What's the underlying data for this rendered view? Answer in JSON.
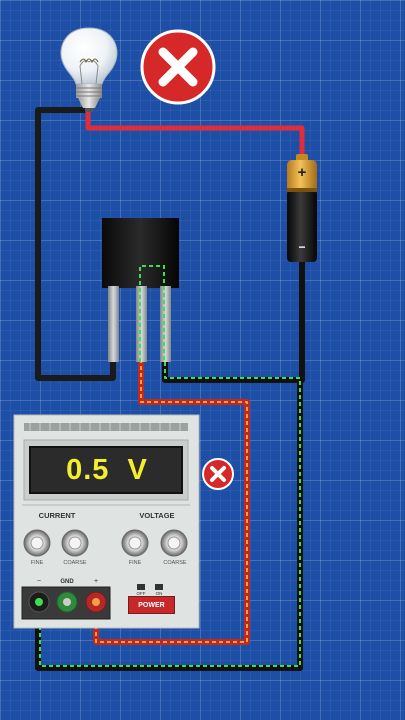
{
  "power_supply": {
    "display_value": "0.5  V",
    "current_label": "CURRENT",
    "voltage_label": "VOLTAGE",
    "current_fine_label": "FINE",
    "current_coarse_label": "COARSE",
    "voltage_fine_label": "FINE",
    "voltage_coarse_label": "COARSE",
    "gnd_label": "GND",
    "negative_terminal_label": "−",
    "positive_terminal_label": "+",
    "off_label": "OFF",
    "on_label": "ON",
    "power_button_label": "POWER"
  },
  "battery": {
    "positive_label": "+",
    "negative_label": "−"
  },
  "colors": {
    "background": "#1d4fa6",
    "wire_red": "#e02d3b",
    "wire_black": "#1a1a1a",
    "current_flow_green": "#3ee04a",
    "status_fail": "#d62828",
    "display_text": "#f3ef2c"
  },
  "icons": {
    "lamp": "light-bulb-icon",
    "lamp_status": "x-mark-icon",
    "supply_status": "x-mark-icon"
  }
}
